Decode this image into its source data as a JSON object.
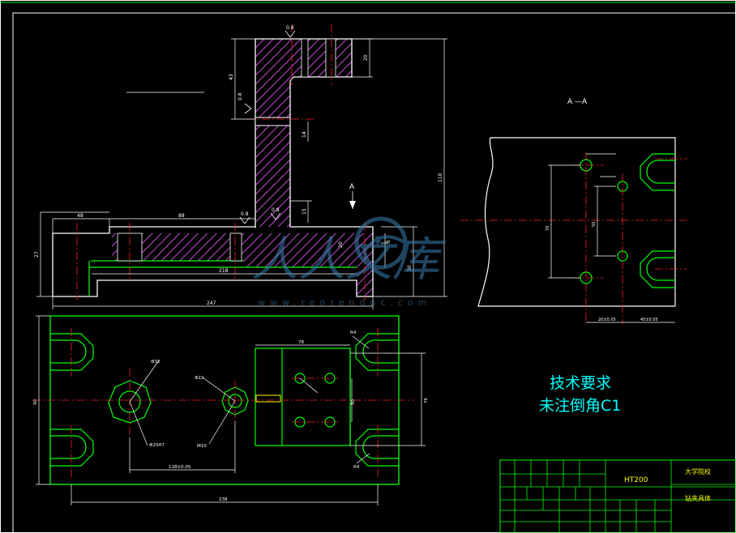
{
  "section_label": "A —A",
  "view_arrow_label": "A",
  "tech_requirements": {
    "title": "技术要求",
    "line1": "未注倒角C1"
  },
  "watermark": {
    "text_cn": "人人文库",
    "url": "www.renrendoc.com"
  },
  "title_block": {
    "material": "HT200",
    "school": "大学院校",
    "drawing_name": "钻夹具体"
  },
  "dimensions": {
    "top_height": "43",
    "top_flange": "20",
    "total_height": "110",
    "gap_small": "14",
    "step_height": "15",
    "base_height": "27",
    "base_offset": "30",
    "base_right": "5",
    "len_left": "48",
    "len_mid": "88",
    "len_218": "218",
    "len_247": "247",
    "plan_width": "90",
    "plan_length": "238",
    "hole_spacing": "118±0.05",
    "block_width": "78",
    "block_height": "76",
    "dia_left": "Φ32",
    "dia_left_bottom": "Φ25H7",
    "dia_mid": "Φ22",
    "dia_mid_bottom": "M10",
    "angle_r": "R4",
    "sec_vert": "70",
    "sec_vert2": "50",
    "sec_h1": "20±0.05",
    "sec_h2": "45±0.05"
  },
  "colors": {
    "background": "#000000",
    "outline": "#00ff00",
    "frame": "#ffffff",
    "hatch": "#c040c0",
    "center_line": "#ff2020",
    "dimension": "#ffffff",
    "cyan_text": "#00ffff"
  }
}
